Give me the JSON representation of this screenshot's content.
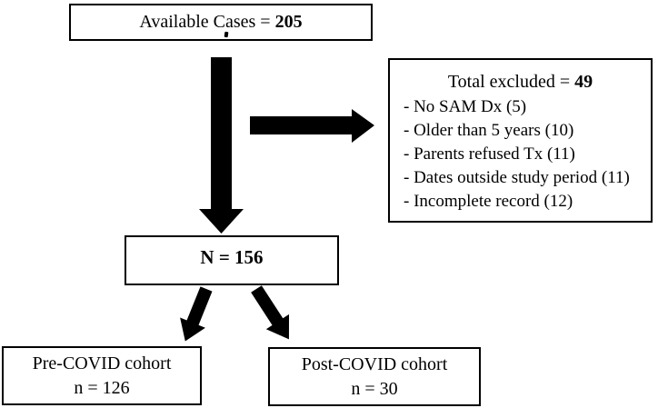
{
  "diagram": {
    "top_box": {
      "label_prefix": "Available Cases = ",
      "value": "205"
    },
    "excluded_box": {
      "title_prefix": "Total excluded = ",
      "value": "49",
      "items": [
        "- No SAM Dx (5)",
        "- Older than 5 years (10)",
        "- Parents refused Tx (11)",
        "- Dates outside study period (11)",
        "- Incomplete record (12)"
      ]
    },
    "n_box": {
      "label": "N = 156"
    },
    "pre_covid_box": {
      "line1": "Pre-COVID cohort",
      "line2": "n = 126"
    },
    "post_covid_box": {
      "line1": "Post-COVID cohort",
      "line2": "n = 30"
    },
    "colors": {
      "ink": "#000000",
      "paper": "#ffffff"
    }
  }
}
